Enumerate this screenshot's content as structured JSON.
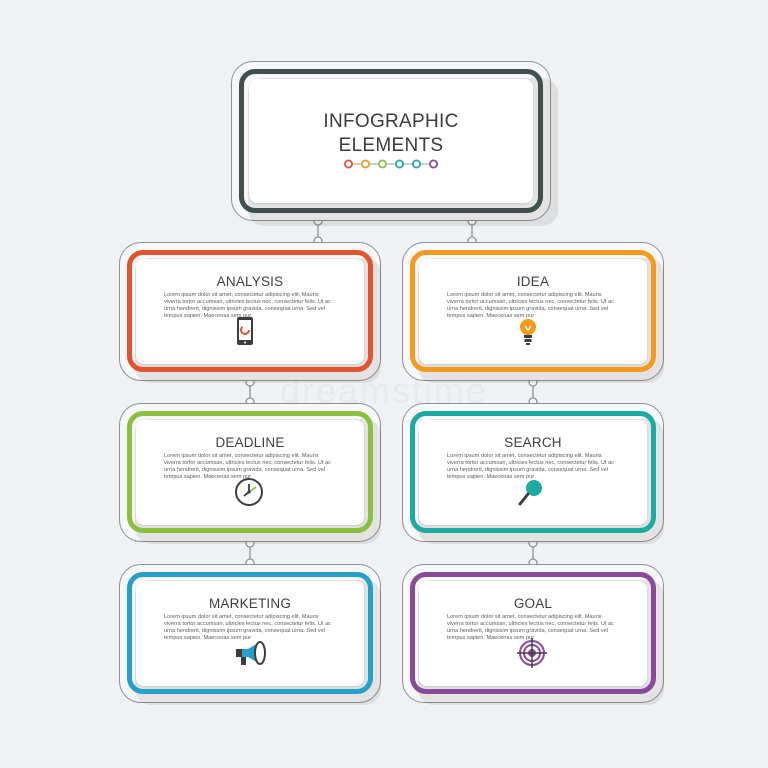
{
  "header": {
    "title_line1": "INFOGRAPHIC",
    "title_line2": "ELEMENTS",
    "frame_color": "#41504f",
    "dots": [
      "#e3543c",
      "#f29c22",
      "#8cbf3f",
      "#1aaea4",
      "#2aa1c8",
      "#8a4a9b"
    ]
  },
  "cards": [
    {
      "title": "ANALYSIS",
      "color": "#e2532f",
      "icon": "smartphone-icon",
      "text": "Lorem ipsum dolor sit amet, consectetur adipiscing elit. Mauris viverra tortor accumsan, ultricies lectus nec, consectetur felis. Ut ac urna hendrerit, dignissim ipsum gravida, consequat urna. Sed vel tempus sapien. Maecenas sem pur"
    },
    {
      "title": "IDEA",
      "color": "#f49a1d",
      "icon": "lightbulb-icon",
      "text": "Lorem ipsum dolor sit amet, consectetur adipiscing elit. Mauris viverra tortor accumsan, ultricies lectus nec, consectetur felis. Ut ac urna hendrerit, dignissim ipsum gravida, consequat urna. Sed vel tempus sapien. Maecenas sem pur"
    },
    {
      "title": "DEADLINE",
      "color": "#8cbf3e",
      "icon": "clock-icon",
      "text": "Lorem ipsum dolor sit amet, consectetur adipiscing elit. Mauris viverra tortor accumsan, ultricies lectus nec, consectetur felis. Ut ac urna hendrerit, dignissim ipsum gravida, consequat urna. Sed vel tempus sapien. Maecenas sem pur"
    },
    {
      "title": "SEARCH",
      "color": "#1daaa0",
      "icon": "magnifier-icon",
      "text": "Lorem ipsum dolor sit amet, consectetur adipiscing elit. Mauris viverra tortor accumsan, ultricies lectus nec, consectetur felis. Ut ac urna hendrerit, dignissim ipsum gravida, consequat urna. Sed vel tempus sapien. Maecenas sem pur"
    },
    {
      "title": "MARKETING",
      "color": "#27a0c9",
      "icon": "megaphone-icon",
      "text": "Lorem ipsum dolor sit amet, consectetur adipiscing elit. Mauris viverra tortor accumsan, ultricies lectus nec, consectetur felis. Ut ac urna hendrerit, dignissim ipsum gravida, consequat urna. Sed vel tempus sapien. Maecenas sem pur"
    },
    {
      "title": "GOAL",
      "color": "#8a4a9a",
      "icon": "target-icon",
      "text": "Lorem ipsum dolor sit amet, consectetur adipiscing elit. Mauris viverra tortor accumsan, ultricies lectus nec, consectetur felis. Ut ac urna hendrerit, dignissim ipsum gravida, consequat urna. Sed vel tempus sapien. Maecenas sem pur"
    }
  ]
}
